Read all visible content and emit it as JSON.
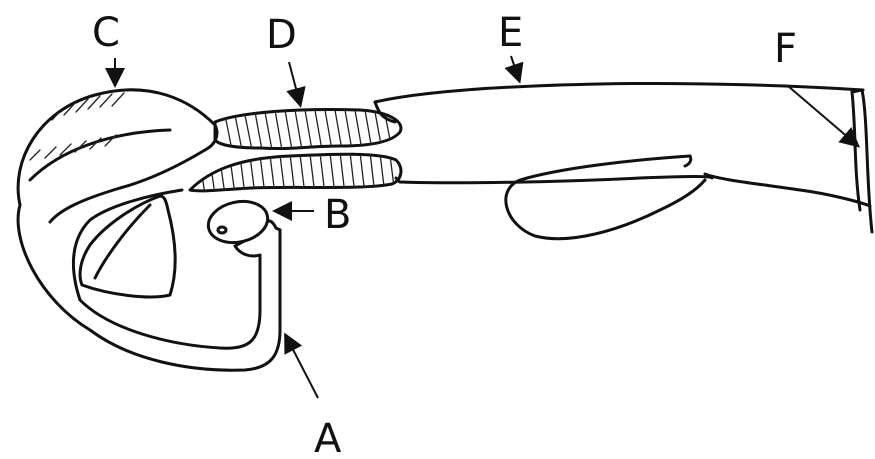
{
  "labels": {
    "a": "A",
    "b": "B",
    "c": "C",
    "d": "D",
    "e": "E",
    "f": "F"
  },
  "colors": {
    "stroke": "#111111",
    "background": "#ffffff"
  }
}
